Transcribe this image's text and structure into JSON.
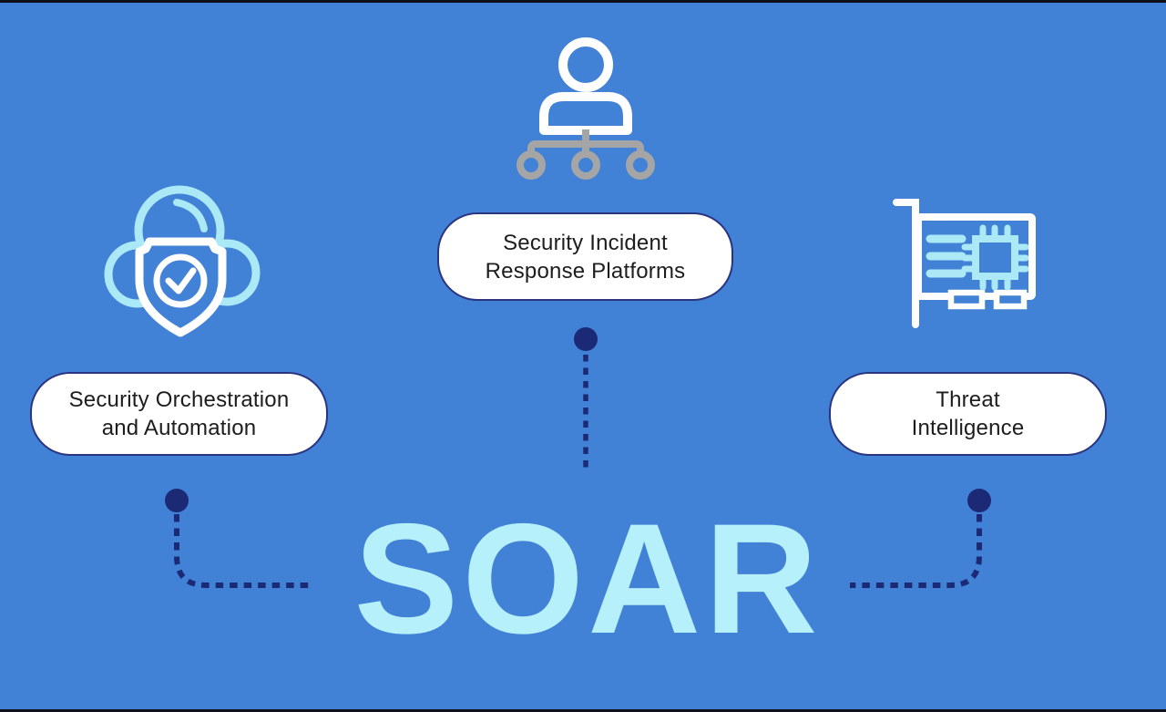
{
  "title": {
    "text": "SOAR"
  },
  "nodes": {
    "center": {
      "icon": "org-chart-person-icon",
      "line1": "Security Incident",
      "line2": "Response Platforms"
    },
    "left": {
      "icon": "cloud-shield-icon",
      "line1": "Security Orchestration",
      "line2": "and Automation"
    },
    "right": {
      "icon": "circuit-board-icon",
      "line1": "Threat",
      "line2": "Intelligence"
    }
  },
  "colors": {
    "background": "#4181d6",
    "cyan_text": "#b6f0fb",
    "icon_cyan": "#abe9f6",
    "navy": "#1c2a75",
    "pill_border": "#2a3480",
    "pill_text": "#1d1d1d",
    "gray": "#a5a5a5",
    "white": "#ffffff",
    "letterbox": "#101018"
  }
}
